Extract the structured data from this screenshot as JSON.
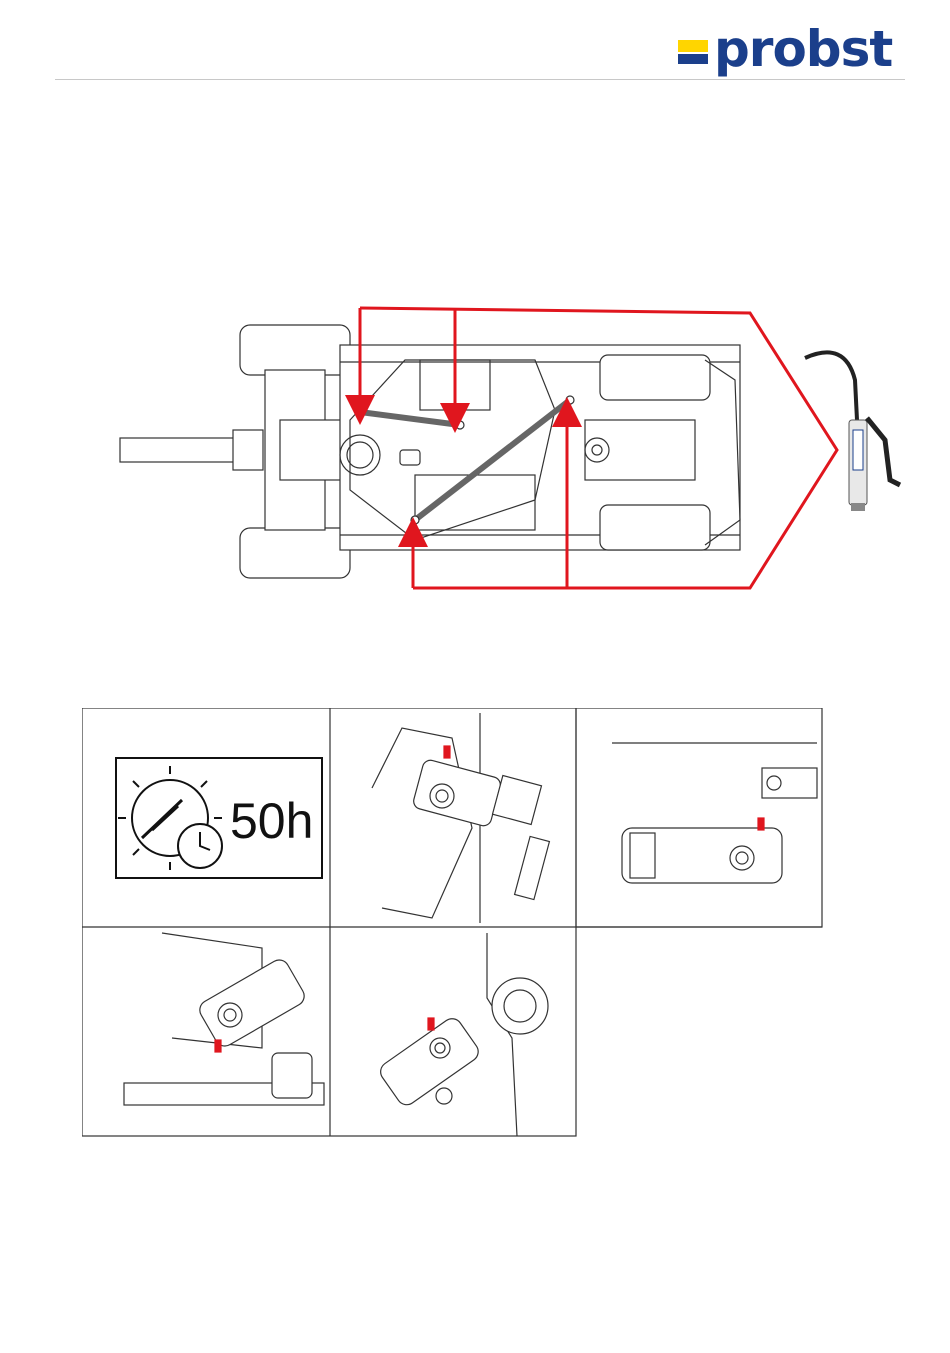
{
  "header": {
    "logo": {
      "text": "probst",
      "colors": {
        "yellow": "#FFD500",
        "blue": "#1B3F8B"
      }
    }
  },
  "annotation": {
    "arrow_color": "#E0161E"
  },
  "illustrations": {
    "main": {
      "subject": "machine-top-view-with-grease-points"
    },
    "grid": {
      "interval_panel": {
        "interval_label": "50h",
        "icon": "grease-gun-gear-clock-icon"
      },
      "detail_panels": [
        "grease-nipple-detail-1",
        "grease-nipple-detail-2",
        "grease-nipple-detail-3",
        "grease-nipple-detail-4"
      ]
    }
  }
}
